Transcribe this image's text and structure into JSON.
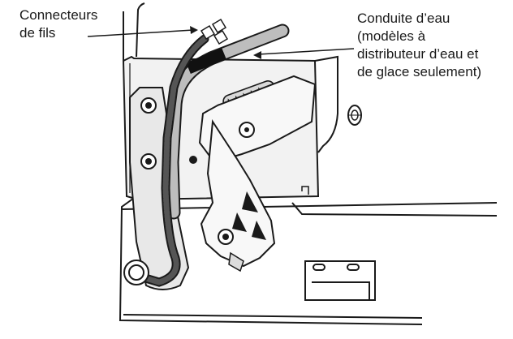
{
  "callouts": {
    "connecteurs": {
      "lines": [
        "Connecteurs",
        "de fils"
      ]
    },
    "conduite": {
      "lines": [
        "Conduite d’eau",
        "(modèles à",
        "distributeur d’eau et",
        "de glace seulement)"
      ]
    }
  },
  "colors": {
    "ink": "#1a1a1a",
    "panel_fill": "#f2f2f2",
    "wire_harness": "#555555",
    "water_line_sleeve": "#bdbdbd",
    "water_line_band": "#111111"
  },
  "icons": [
    "wire-connector-icon",
    "spring-icon",
    "screw-icon",
    "oval-hole-icon"
  ]
}
